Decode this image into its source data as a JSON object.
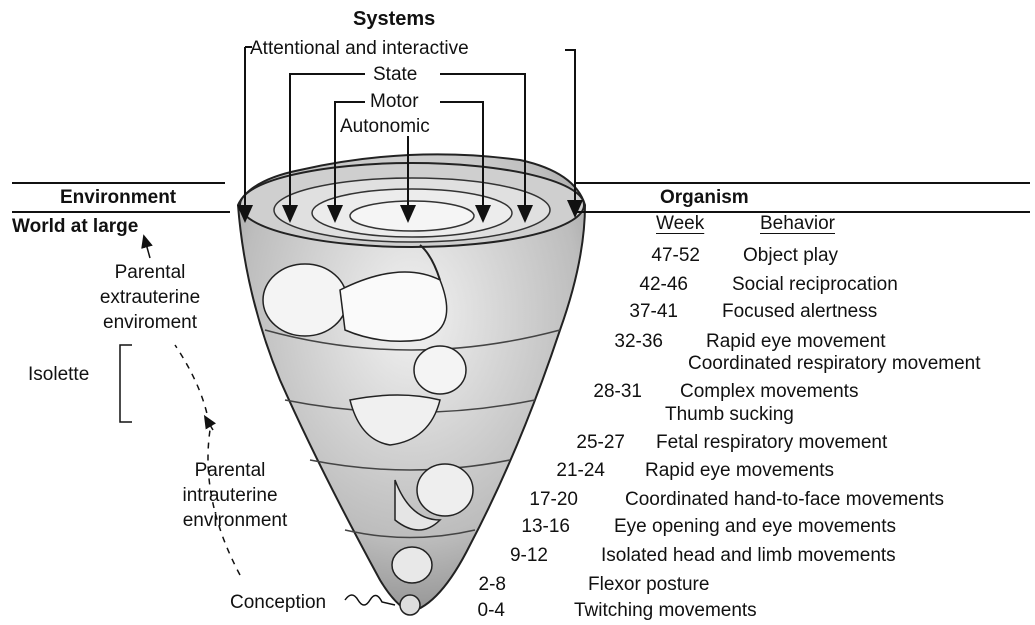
{
  "title": "Systems",
  "systems": [
    "Attentional and interactive",
    "State",
    "Motor",
    "Autonomic"
  ],
  "environment": {
    "heading": "Environment",
    "world": "World at large",
    "parental_extrauterine": [
      "Parental",
      "extrauterine",
      "enviroment"
    ],
    "isolette": "Isolette",
    "parental_intrauterine": [
      "Parental",
      "intrauterine",
      "environment"
    ],
    "conception": "Conception"
  },
  "organism": {
    "heading": "Organism",
    "week_header": "Week",
    "behavior_header": "Behavior",
    "stages": [
      {
        "week": "47-52",
        "behaviors": [
          "Object play"
        ]
      },
      {
        "week": "42-46",
        "behaviors": [
          "Social reciprocation"
        ]
      },
      {
        "week": "37-41",
        "behaviors": [
          "Focused alertness"
        ]
      },
      {
        "week": "32-36",
        "behaviors": [
          "Rapid eye movement",
          "Coordinated respiratory movement"
        ]
      },
      {
        "week": "28-31",
        "behaviors": [
          "Complex movements",
          "Thumb sucking"
        ]
      },
      {
        "week": "25-27",
        "behaviors": [
          "Fetal respiratory movement"
        ]
      },
      {
        "week": "21-24",
        "behaviors": [
          "Rapid eye movements"
        ]
      },
      {
        "week": "17-20",
        "behaviors": [
          "Coordinated hand-to-face movements"
        ]
      },
      {
        "week": "13-16",
        "behaviors": [
          "Eye opening and eye movements"
        ]
      },
      {
        "week": "9-12",
        "behaviors": [
          "Isolated head and limb movements"
        ]
      },
      {
        "week": "2-8",
        "behaviors": [
          "Flexor posture"
        ]
      },
      {
        "week": "0-4",
        "behaviors": [
          "Twitching movements"
        ]
      }
    ]
  }
}
